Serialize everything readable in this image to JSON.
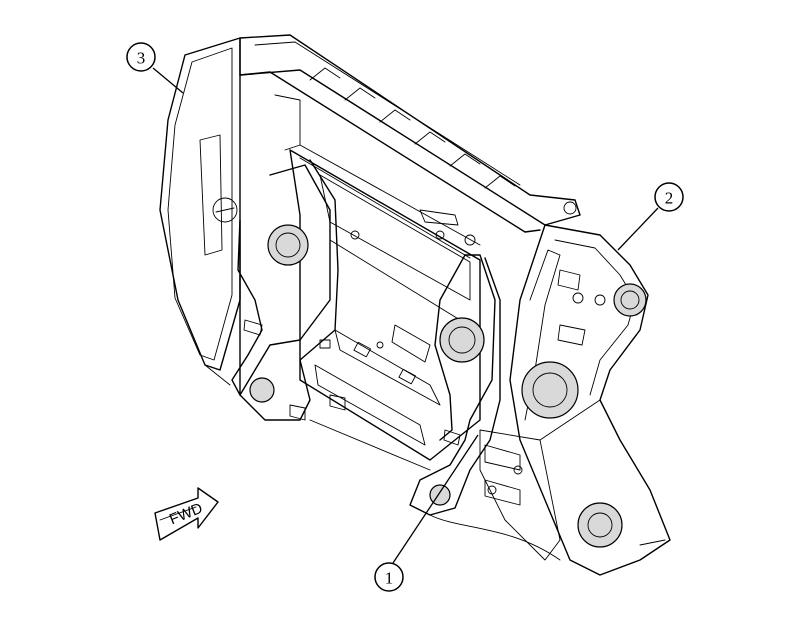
{
  "callouts": [
    {
      "label": "1"
    },
    {
      "label": "2"
    },
    {
      "label": "3"
    }
  ],
  "direction_arrow": {
    "label": "FWD"
  }
}
